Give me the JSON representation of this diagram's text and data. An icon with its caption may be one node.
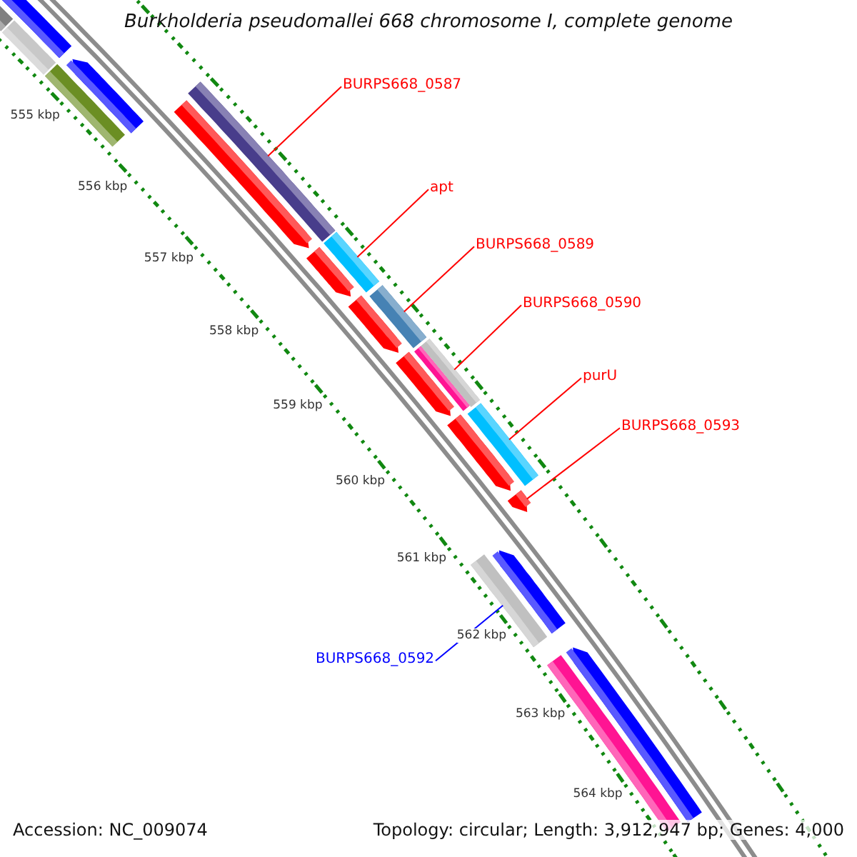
{
  "diagram": {
    "title": "Burkholderia pseudomallei 668 chromosome I, complete genome",
    "nodes": [
      {
        "text": [
          "BURPS668_0587"
        ]
      },
      {
        "text": [
          "apt"
        ]
      },
      {
        "text": [
          "BURPS668_0589"
        ]
      },
      {
        "text": [
          "BURPS668_0590"
        ]
      },
      {
        "text": [
          "purU"
        ]
      },
      {
        "text": [
          "BURPS668_0593"
        ]
      },
      {
        "text": [
          "BURPS668_0592"
        ]
      },
      {
        "text": [],
        "shape": "bar"
      },
      {
        "text": [],
        "shape": "bar"
      },
      {
        "text": [],
        "shape": "bar"
      },
      {
        "text": [],
        "shape": "bar"
      },
      {
        "text": [],
        "shape": "bar"
      },
      {
        "text": [],
        "shape": "bar"
      },
      {
        "text": [],
        "shape": "bar"
      },
      {
        "text": [],
        "shape": "bar"
      },
      {
        "text": [],
        "shape": "bar"
      },
      {
        "text": [],
        "shape": "bar"
      },
      {
        "text": [],
        "shape": "bar"
      },
      {
        "text": [],
        "shape": "bar"
      },
      {
        "text": [],
        "shape": "bar"
      },
      {
        "text": [],
        "shape": "bar"
      },
      {
        "text": [],
        "shape": "bar"
      },
      {
        "text": [],
        "shape": "bar"
      },
      {
        "text": [],
        "shape": "bar"
      },
      {
        "text": [],
        "shape": "bar"
      },
      {
        "text": [],
        "shape": "bar"
      },
      {
        "text": [],
        "shape": "bar"
      },
      {
        "text": [],
        "shape": "bar"
      }
    ],
    "edges": [
      {
        "from": 0,
        "to": 13,
        "arrow": "none"
      },
      {
        "from": 1,
        "to": 15,
        "arrow": "none"
      },
      {
        "from": 2,
        "to": 17,
        "arrow": "none"
      },
      {
        "from": 3,
        "to": 19,
        "arrow": "none"
      },
      {
        "from": 4,
        "to": 22,
        "arrow": "none"
      },
      {
        "from": 5,
        "to": 23,
        "arrow": "none"
      },
      {
        "from": 6,
        "to": 24,
        "arrow": "none",
        "color": "#0000ff"
      }
    ],
    "labels": [
      "555 kbp",
      "556 kbp",
      "557 kbp",
      "558 kbp",
      "559 kbp",
      "560 kbp",
      "561 kbp",
      "562 kbp",
      "563 kbp",
      "564 kbp",
      "Accession: NC_009074",
      "Topology: circular; Length: 3,912,947 bp; Genes: 4,000"
    ]
  }
}
